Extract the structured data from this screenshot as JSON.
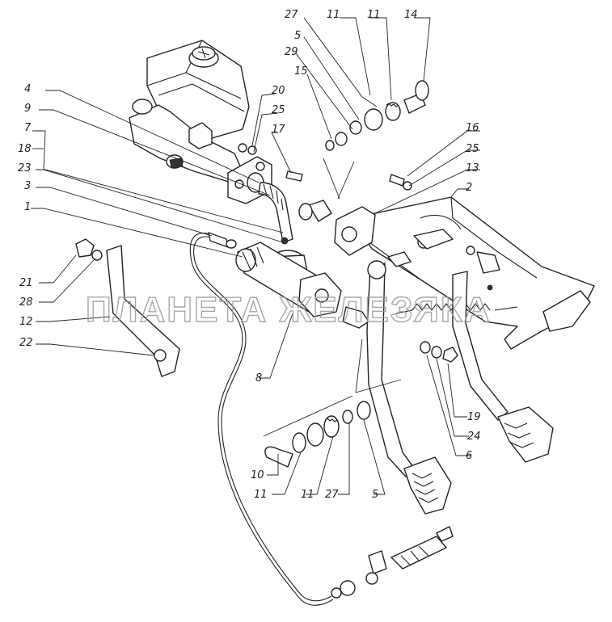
{
  "watermark": "ПЛАНЕТА ЖЕЛЕЗЯКА",
  "callouts": [
    {
      "id": "c27a",
      "text": "27"
    },
    {
      "id": "c11a",
      "text": "11"
    },
    {
      "id": "c11b",
      "text": "11"
    },
    {
      "id": "c14",
      "text": "14"
    },
    {
      "id": "c5a",
      "text": "5"
    },
    {
      "id": "c29",
      "text": "29"
    },
    {
      "id": "c15",
      "text": "15"
    },
    {
      "id": "c4",
      "text": "4"
    },
    {
      "id": "c20",
      "text": "20"
    },
    {
      "id": "c25a",
      "text": "25"
    },
    {
      "id": "c9",
      "text": "9"
    },
    {
      "id": "c17",
      "text": "17"
    },
    {
      "id": "c7",
      "text": "7"
    },
    {
      "id": "c18",
      "text": "18"
    },
    {
      "id": "c23",
      "text": "23"
    },
    {
      "id": "c3",
      "text": "3"
    },
    {
      "id": "c1",
      "text": "1"
    },
    {
      "id": "c16",
      "text": "16"
    },
    {
      "id": "c25b",
      "text": "25"
    },
    {
      "id": "c13",
      "text": "13"
    },
    {
      "id": "c2",
      "text": "2"
    },
    {
      "id": "c21",
      "text": "21"
    },
    {
      "id": "c28",
      "text": "28"
    },
    {
      "id": "c12",
      "text": "12"
    },
    {
      "id": "c22",
      "text": "22"
    },
    {
      "id": "c8",
      "text": "8"
    },
    {
      "id": "c19",
      "text": "19"
    },
    {
      "id": "c24",
      "text": "24"
    },
    {
      "id": "c6",
      "text": "6"
    },
    {
      "id": "c10",
      "text": "10"
    },
    {
      "id": "c11c",
      "text": "11"
    },
    {
      "id": "c11d",
      "text": "11"
    },
    {
      "id": "c27b",
      "text": "27"
    },
    {
      "id": "c5b",
      "text": "5"
    }
  ]
}
